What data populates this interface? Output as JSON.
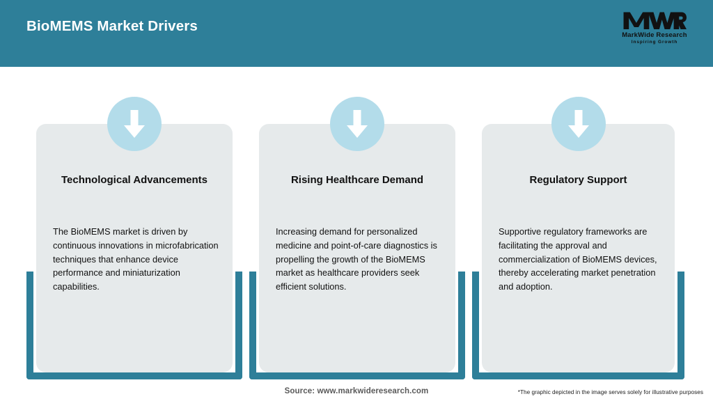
{
  "header": {
    "title": "BioMEMS Market Drivers",
    "background_color": "#2E7F99",
    "title_color": "#FFFFFF"
  },
  "logo": {
    "mark": "MWR",
    "name": "MarkWide Research",
    "tagline": "Inspiring Growth"
  },
  "theme": {
    "accent_teal": "#2E7F99",
    "card_background": "#E6EAEB",
    "badge_circle": "#B3DCEA",
    "arrow_color": "#FFFFFF",
    "page_background": "#FFFFFF"
  },
  "cards": [
    {
      "icon": "down-arrow-icon",
      "title": "Technological Advancements",
      "body": "The BioMEMS market is driven by continuous innovations in microfabrication techniques that enhance device performance and miniaturization capabilities."
    },
    {
      "icon": "down-arrow-icon",
      "title": "Rising Healthcare Demand",
      "body": "Increasing demand for personalized medicine and point-of-care diagnostics is propelling the growth of the BioMEMS market as healthcare providers seek efficient solutions."
    },
    {
      "icon": "down-arrow-icon",
      "title": "Regulatory Support",
      "body": "Supportive regulatory frameworks are facilitating the approval and commercialization of BioMEMS devices, thereby accelerating market penetration and adoption."
    }
  ],
  "footer": {
    "source": "Source: www.markwideresearch.com",
    "disclaimer": "*The graphic depicted in the image serves solely for illustrative purposes"
  }
}
